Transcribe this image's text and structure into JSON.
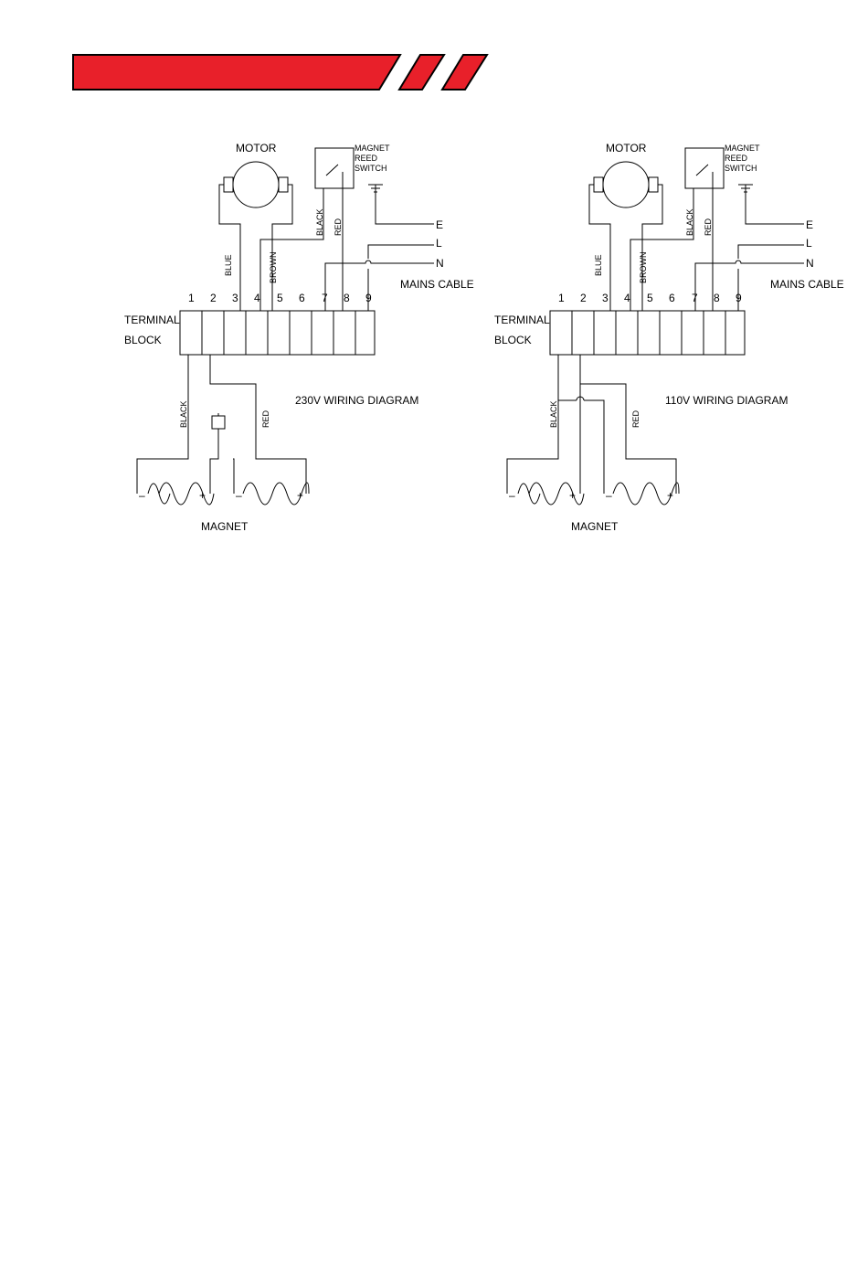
{
  "header": {
    "accent_color": "#e8202a",
    "stroke_color": "#000000"
  },
  "diagrams": [
    {
      "id": "230v",
      "title": "230V WIRING DIAGRAM",
      "motor": "MOTOR",
      "switch_lines": [
        "MAGNET",
        "REED",
        "SWITCH"
      ],
      "terminal_lines": [
        "TERMINAL",
        "BLOCK"
      ],
      "terminals": [
        "1",
        "2",
        "3",
        "4",
        "5",
        "6",
        "7",
        "8",
        "9"
      ],
      "mains": "MAINS CABLE",
      "mains_terminals": [
        "E",
        "L",
        "N"
      ],
      "wire_black_top": "BLACK",
      "wire_red_top": "RED",
      "wire_blue": "BLUE",
      "wire_brown": "BROWN",
      "wire_black_bottom": "BLACK",
      "wire_red_bottom": "RED",
      "magnet": "MAGNET",
      "minus": "–",
      "plus": "+"
    },
    {
      "id": "110v",
      "title": "110V WIRING DIAGRAM",
      "motor": "MOTOR",
      "switch_lines": [
        "MAGNET",
        "REED",
        "SWITCH"
      ],
      "terminal_lines": [
        "TERMINAL",
        "BLOCK"
      ],
      "terminals": [
        "1",
        "2",
        "3",
        "4",
        "5",
        "6",
        "7",
        "8",
        "9"
      ],
      "mains": "MAINS CABLE",
      "mains_terminals": [
        "E",
        "L",
        "N"
      ],
      "wire_black_top": "BLACK",
      "wire_red_top": "RED",
      "wire_blue": "BLUE",
      "wire_brown": "BROWN",
      "wire_black_bottom": "BLACK",
      "wire_red_bottom": "RED",
      "magnet": "MAGNET",
      "minus": "–",
      "plus": "+"
    }
  ]
}
